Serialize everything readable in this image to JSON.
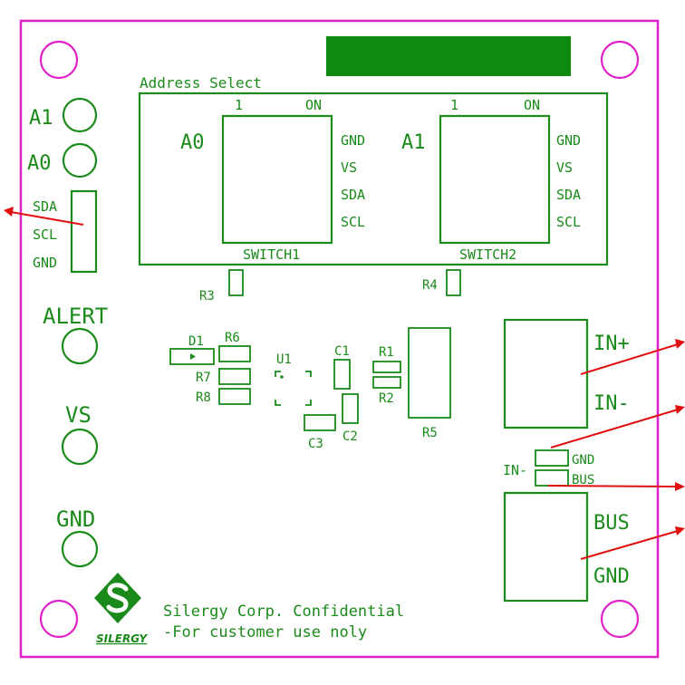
{
  "header_block_color": "#0f8a0f",
  "colors": {
    "silkscreen": "#1a8a1a",
    "board_edge": "#e020c8",
    "annotation": "#e01010"
  },
  "address_select": {
    "title": "Address Select",
    "switch1": {
      "name": "SWITCH1",
      "label": "A0",
      "pin1": "1",
      "on": "ON",
      "pins": [
        "GND",
        "VS",
        "SDA",
        "SCL"
      ]
    },
    "switch2": {
      "name": "SWITCH2",
      "label": "A1",
      "pin1": "1",
      "on": "ON",
      "pins": [
        "GND",
        "VS",
        "SDA",
        "SCL"
      ]
    }
  },
  "left_pads": {
    "a1": "A1",
    "a0": "A0"
  },
  "left_header": [
    "SDA",
    "SCL",
    "GND"
  ],
  "left_terminals": {
    "alert": "ALERT",
    "vs": "VS",
    "gnd": "GND"
  },
  "refdes": {
    "r3": "R3",
    "r4": "R4",
    "d1": "D1",
    "r6": "R6",
    "r7": "R7",
    "r8": "R8",
    "u1": "U1",
    "c1": "C1",
    "c2": "C2",
    "c3": "C3",
    "r1": "R1",
    "r2": "R2",
    "r5": "R5"
  },
  "right_connectors": {
    "in_plus": "IN+",
    "in_minus": "IN-",
    "jumper_label": "IN-",
    "jumper_gnd": "GND",
    "jumper_bus": "BUS",
    "bus": "BUS",
    "gnd": "GND"
  },
  "logo": {
    "name": "SILERGY",
    "icon": "silergy-s-logo"
  },
  "footer": {
    "line1": "Silergy Corp. Confidential",
    "line2": "-For customer use noly"
  }
}
